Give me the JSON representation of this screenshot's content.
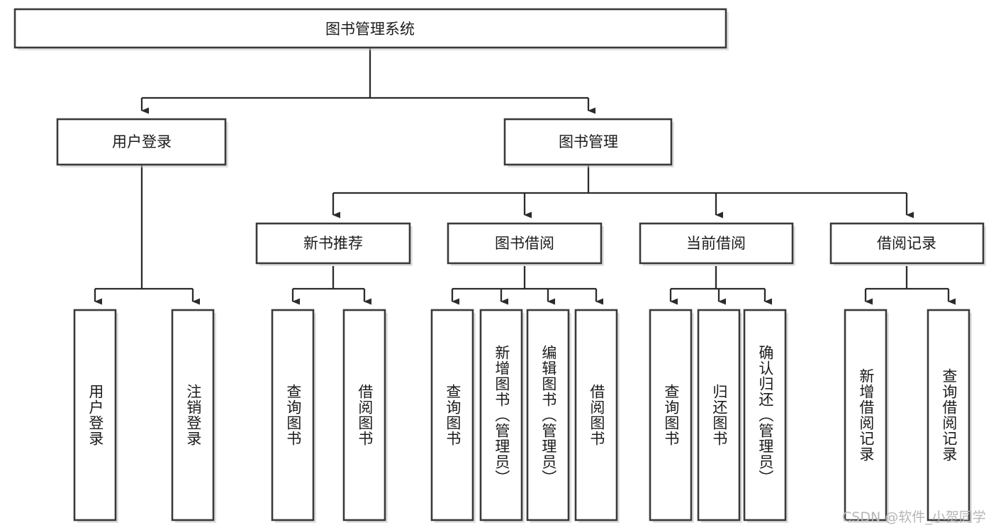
{
  "diagram": {
    "type": "tree",
    "title": "图书管理系统",
    "orientation": "top-down",
    "colors": {
      "background": "#ffffff",
      "box_stroke": "#3a3a3a",
      "connector": "#2b2b2b",
      "text": "#1b1b1b",
      "watermark": "#b6b6b6"
    },
    "root": {
      "label": "图书管理系统"
    },
    "level2": [
      {
        "label": "用户登录"
      },
      {
        "label": "图书管理"
      }
    ],
    "level3": [
      {
        "label": "新书推荐"
      },
      {
        "label": "图书借阅"
      },
      {
        "label": "当前借阅"
      },
      {
        "label": "借阅记录"
      }
    ],
    "leaves": {
      "user_login": [
        {
          "label": "用户登录"
        },
        {
          "label": "注销登录"
        }
      ],
      "new_book_recommend": [
        {
          "label": "查询图书"
        },
        {
          "label": "借阅图书"
        }
      ],
      "book_borrow": [
        {
          "label": "查询图书"
        },
        {
          "label": "新增图书（管理员）"
        },
        {
          "label": "编辑图书（管理员）"
        },
        {
          "label": "借阅图书"
        }
      ],
      "current_borrow": [
        {
          "label": "查询图书"
        },
        {
          "label": "归还图书"
        },
        {
          "label": "确认归还（管理员）"
        }
      ],
      "borrow_record": [
        {
          "label": "新增借阅记录"
        },
        {
          "label": "查询借阅记录"
        }
      ]
    }
  },
  "watermark": {
    "text": "CSDN @软件_小贺同学"
  }
}
